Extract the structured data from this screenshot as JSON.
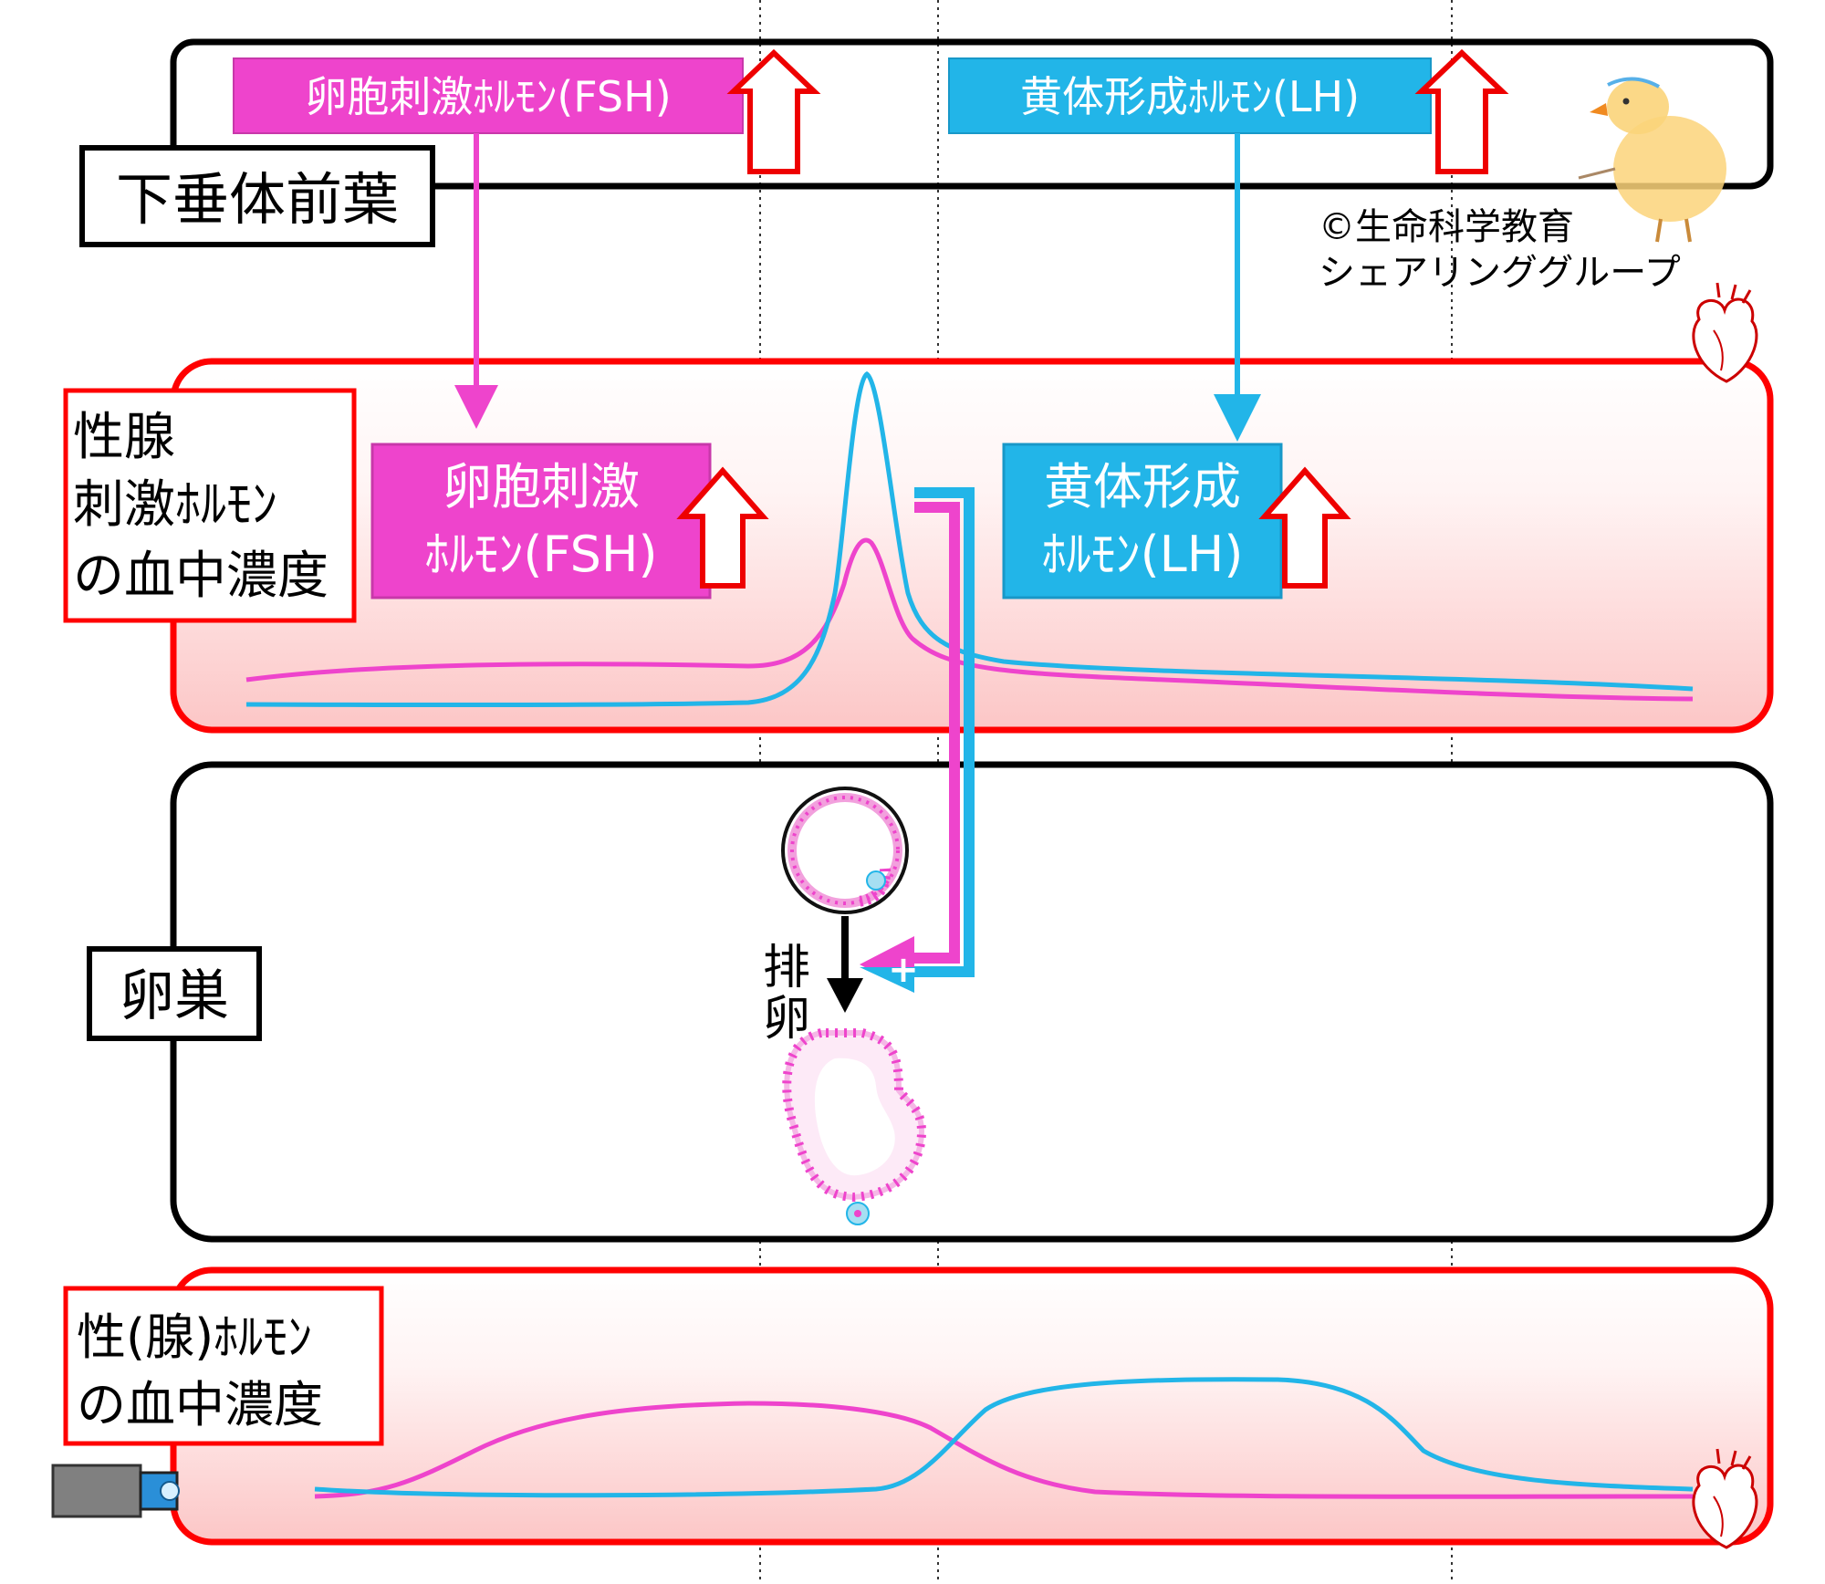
{
  "colors": {
    "fsh": "#ee44cc",
    "lh": "#22b5e8",
    "frame_red": "#ff0000",
    "frame_black": "#000000"
  },
  "pituitary": {
    "label": "下垂体前葉",
    "fsh_label": "卵胞刺激ﾎﾙﾓﾝ(FSH)",
    "lh_label": "黄体形成ﾎﾙﾓﾝ(LH)"
  },
  "copyright": {
    "line1": "©生命科学教育",
    "line2": "シェアリンググループ"
  },
  "gonadotropin_panel": {
    "label_line1": "性腺",
    "label_line2": "刺激ﾎﾙﾓﾝ",
    "label_line3": "の血中濃度",
    "fsh_line1": "卵胞刺激",
    "fsh_line2": "ﾎﾙﾓﾝ(FSH)",
    "lh_line1": "黄体形成",
    "lh_line2": "ﾎﾙﾓﾝ(LH)"
  },
  "ovary_panel": {
    "label": "卵巣",
    "ovulation_line1": "排",
    "ovulation_line2": "卵",
    "plus_sign": "+"
  },
  "sex_hormone_panel": {
    "label_line1": "性(腺)ﾎﾙﾓﾝ",
    "label_line2": "の血中濃度"
  },
  "icons": {
    "up_arrow": "up-arrow-icon",
    "chick": "chick-icon",
    "heart": "heart-icon",
    "camera": "camera-icon"
  }
}
